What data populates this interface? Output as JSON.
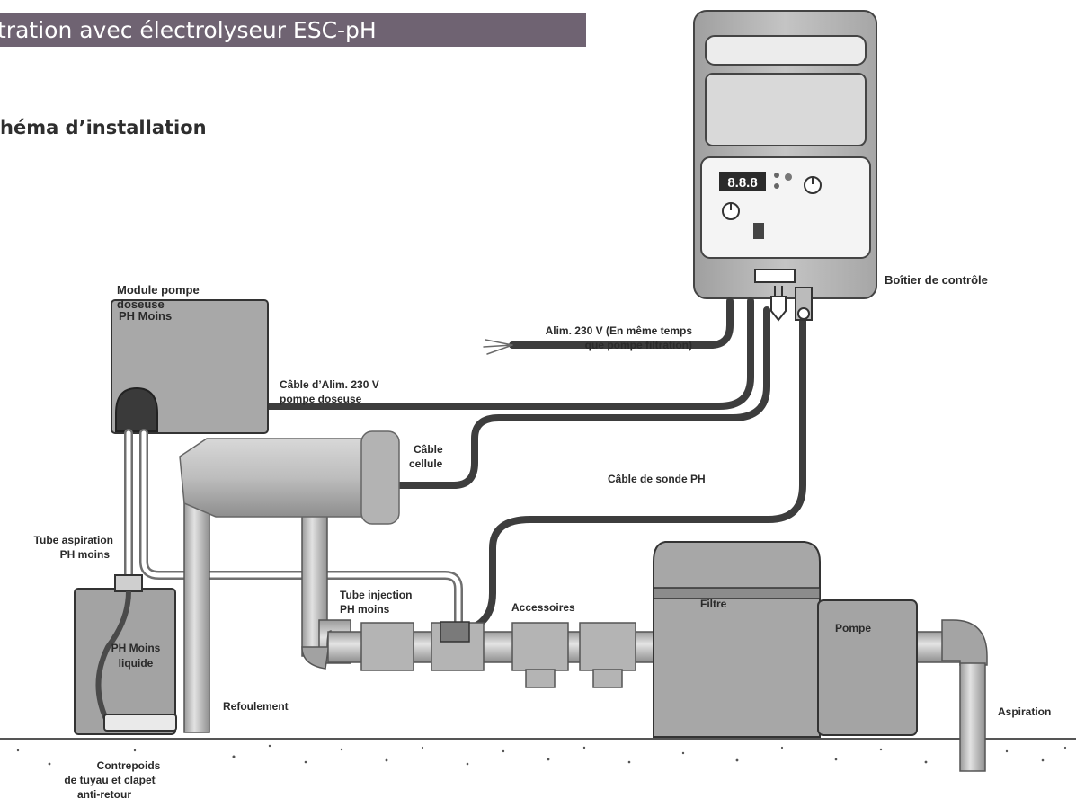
{
  "header": {
    "banner_text": "tration avec électrolyseur ESC-pH",
    "section_heading": "héma d’installation"
  },
  "diagram": {
    "control_box_display": "8.8.8",
    "labels": {
      "control_box": "Boîtier de contrôle",
      "dosing_module_line1": "Module pompe",
      "dosing_module_line2": "doseuse",
      "ph_minus": "PH Moins",
      "power_230_line1": "Alim. 230 V (En même temps",
      "power_230_line2": "que pompe filtration)",
      "pump_cable_line1": "Câble d’Alim. 230 V",
      "pump_cable_line2": "pompe doseuse",
      "cell_cable_line1": "Câble",
      "cell_cable_line2": "cellule",
      "ph_probe_cable": "Câble de sonde PH",
      "suction_tube_line1": "Tube aspiration",
      "suction_tube_line2": "PH moins",
      "ph_liquid_line1": "PH Moins",
      "ph_liquid_line2": "liquide",
      "injection_tube_line1": "Tube injection",
      "injection_tube_line2": "PH moins",
      "accessories": "Accessoires",
      "filter": "Filtre",
      "pump": "Pompe",
      "discharge": "Refoulement",
      "suction": "Aspiration",
      "counterweight_line1": "Contrepoids",
      "counterweight_line2": "de tuyau et clapet",
      "counterweight_line3": "anti-retour"
    }
  }
}
